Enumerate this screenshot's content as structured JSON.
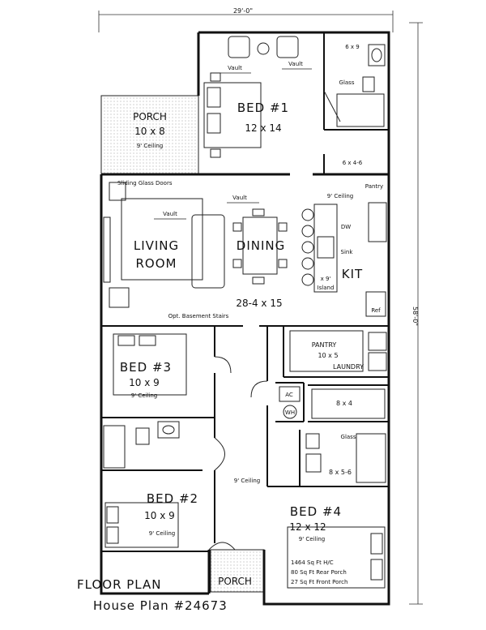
{
  "dimensions": {
    "width": "29'-0\"",
    "height": "58'-0\""
  },
  "porch_front_left": {
    "name": "PORCH",
    "size": "10 x 8",
    "ceiling": "9' Ceiling"
  },
  "bed1": {
    "name": "BED #1",
    "size": "12 x 14",
    "vault1": "Vault",
    "vault2": "Vault"
  },
  "bath1": {
    "size": "6 x 9",
    "glass": "Glass"
  },
  "closet1": {
    "size": "6 x 4-6"
  },
  "living": {
    "name_line1": "LIVING",
    "name_line2": "ROOM",
    "sliding": "Sliding Glass Doors",
    "vault": "Vault",
    "stairs": "Opt. Basement Stairs"
  },
  "dining": {
    "name": "DINING",
    "vault": "Vault",
    "size": "28-4 x 15"
  },
  "kitchen": {
    "name": "KIT",
    "ceiling": "9' Ceiling",
    "pantry": "Pantry",
    "dw": "DW",
    "sink": "Sink",
    "island_line1": "x 9'",
    "island_line2": "Island",
    "ref": "Ref"
  },
  "pantry_laundry": {
    "pantry": "PANTRY",
    "size": "10 x 5",
    "laundry": "LAUNDRY"
  },
  "bed3": {
    "name": "BED #3",
    "size": "10 x 9",
    "ceiling": "9' Ceiling"
  },
  "mech": {
    "ac": "AC",
    "wh": "WH"
  },
  "closet4": {
    "size": "8 x 4"
  },
  "bath4": {
    "glass": "Glass",
    "size": "8 x 5-6"
  },
  "hall": {
    "ceiling": "9' Ceiling"
  },
  "bed2": {
    "name": "BED #2",
    "size": "10 x 9",
    "ceiling": "9' Ceiling"
  },
  "bed4": {
    "name": "BED #4",
    "size": "12 x 12",
    "ceiling": "9' Ceiling"
  },
  "stats": {
    "hc": "1464 Sq Ft H/C",
    "rear": "80 Sq Ft Rear Porch",
    "front": "27 Sq Ft Front Porch"
  },
  "porch_front": {
    "name": "PORCH"
  },
  "footer": {
    "line1": "FLOOR PLAN",
    "line2": "House Plan #24673"
  }
}
